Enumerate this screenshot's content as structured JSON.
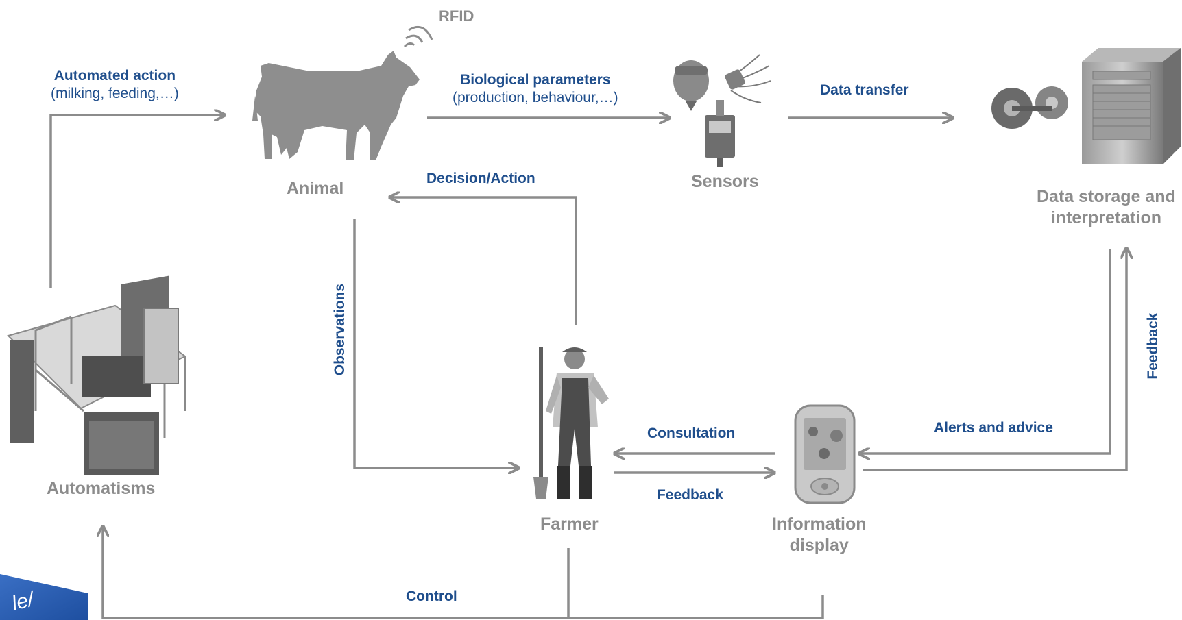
{
  "nodes": {
    "animal": "Animal",
    "rfid": "RFID",
    "sensors": "Sensors",
    "data_storage_line1": "Data storage and",
    "data_storage_line2": "interpretation",
    "automatisms": "Automatisms",
    "farmer": "Farmer",
    "display_line1": "Information",
    "display_line2": "display"
  },
  "flows": {
    "automated_action": "Automated action",
    "automated_action_detail": "(milking, feeding,…)",
    "biological_parameters": "Biological parameters",
    "biological_parameters_detail": "(production, behaviour,…)",
    "data_transfer": "Data transfer",
    "decision_action": "Decision/Action",
    "observations": "Observations",
    "feedback_storage": "Feedback",
    "alerts_advice": "Alerts and advice",
    "consultation": "Consultation",
    "feedback_farmer": "Feedback",
    "control": "Control"
  },
  "icons": {
    "animal": "cow-icon",
    "rfid": "rfid-signal-icon",
    "sensors": "sensors-icon",
    "storage": "server-gears-icon",
    "automatisms": "milking-robot-icon",
    "farmer": "farmer-icon",
    "display": "handheld-device-icon"
  },
  "colors": {
    "arrow": "#8c8c8c",
    "node_label": "#8c8c8c",
    "flow_label": "#1f4e8c"
  }
}
